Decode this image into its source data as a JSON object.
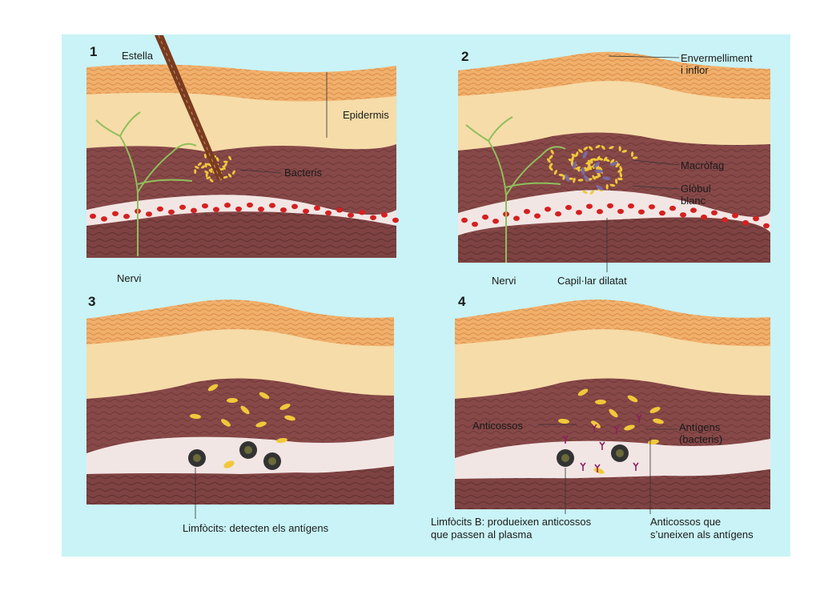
{
  "colors": {
    "background": "#c9f3f6",
    "epidermis_top": "#f2b070",
    "epidermis_light": "#f8ddb0",
    "dermis": "#8a4a4a",
    "blood_cell": "#d52020",
    "nerve": "#8fbf5a",
    "bacteria": "#f0c83a",
    "splinter": "#7a3b1e"
  },
  "panels": [
    {
      "number": "1",
      "labels": {
        "splinter": "Estella",
        "epidermis": "Epidermis",
        "bacteria": "Bacteris",
        "nerve": "Nervi"
      }
    },
    {
      "number": "2",
      "labels": {
        "redness": "Envermelliment\ni inflor",
        "macrophage": "Macròfag",
        "white_cell": "Glòbul\nblanc",
        "nerve": "Nervi",
        "capillary": "Capil·lar dilatat"
      }
    },
    {
      "number": "3",
      "labels": {
        "lymphocytes": "Limfòcits: detecten els antígens"
      }
    },
    {
      "number": "4",
      "labels": {
        "antibodies": "Anticossos",
        "antigens": "Antígens\n(bacteris)",
        "b_lymphocytes": "Limfòcits B: produeixen anticossos\nque passen al plasma",
        "binding": "Anticossos que\ns’uneixen als antígens"
      }
    }
  ]
}
